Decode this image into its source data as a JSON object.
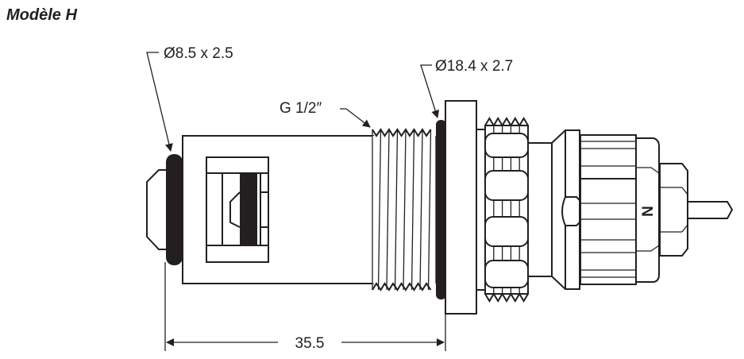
{
  "title": "Modèle H",
  "labels": {
    "oring_small": "Ø8.5 x 2.5",
    "thread": "G 1/2″",
    "oring_large": "Ø18.4 x 2.7",
    "length": "35.5",
    "marking": "N"
  },
  "colors": {
    "line": "#231f20",
    "background": "#ffffff"
  }
}
